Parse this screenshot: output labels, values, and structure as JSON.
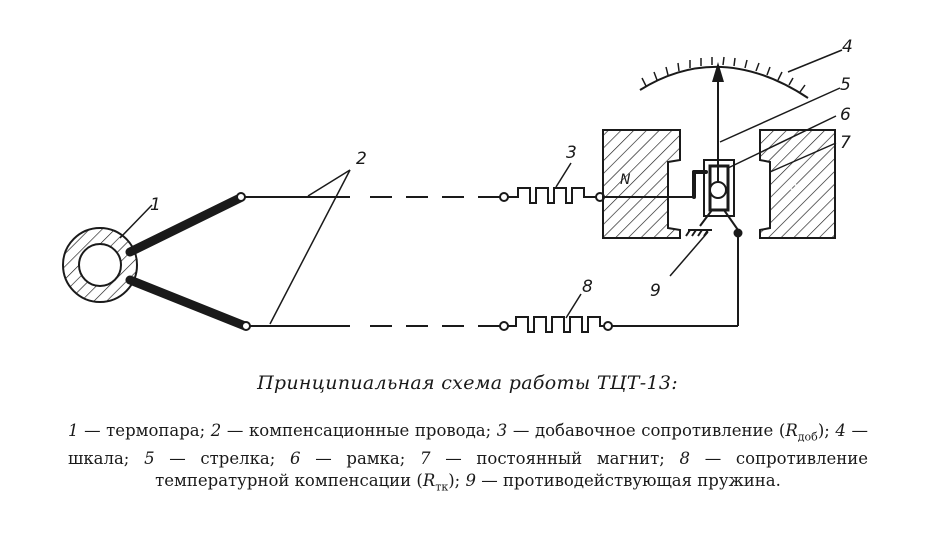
{
  "diagram": {
    "labels": {
      "l1": "1",
      "l2": "2",
      "l3": "3",
      "l4": "4",
      "l5": "5",
      "l6": "6",
      "l7": "7",
      "l8": "8",
      "l9": "9",
      "north": "N",
      "south": "S"
    }
  },
  "caption": "Принципиальная схема работы ТЦТ-13:",
  "legend": {
    "n1": "1",
    "t1": " — термопара; ",
    "n2": "2",
    "t2": " — компенсационные провода; ",
    "n3": "3",
    "t3": " — добавочное сопротивление (",
    "r_add": "R",
    "r_add_sub": "доб",
    "t3b": "); ",
    "n4": "4",
    "t4": " — шкала; ",
    "n5": "5",
    "t5": " — стрелка; ",
    "n6": "6",
    "t6": " — рамка; ",
    "n7": "7",
    "t7": " — постоянный магнит; ",
    "n8": "8",
    "t8": " — сопротивление температурной компенсации (",
    "r_tk": "R",
    "r_tk_sub": "тк",
    "t8b": "); ",
    "n9": "9",
    "t9": " — противодействующая пружина."
  }
}
